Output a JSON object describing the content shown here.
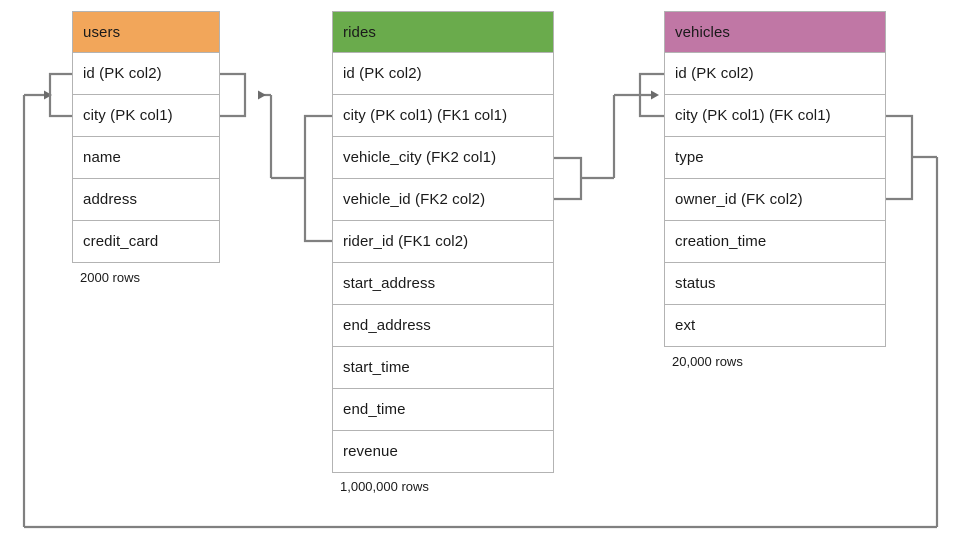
{
  "diagram": {
    "title": "ride-sharing schema entity relationship diagram",
    "background_color": "#ffffff",
    "line_color": "#808080",
    "border_color": "#b3b3b3"
  },
  "tables": [
    {
      "name": "users",
      "header_color": "#f2a65a",
      "row_count_label": "2000 rows",
      "columns": [
        {
          "label": "id (PK col2)"
        },
        {
          "label": "city (PK col1)"
        },
        {
          "label": "name"
        },
        {
          "label": "address"
        },
        {
          "label": "credit_card"
        }
      ]
    },
    {
      "name": "rides",
      "header_color": "#6aab4c",
      "row_count_label": "1,000,000 rows",
      "columns": [
        {
          "label": "id (PK col2)"
        },
        {
          "label": "city (PK col1) (FK1 col1)"
        },
        {
          "label": "vehicle_city (FK2 col1)"
        },
        {
          "label": "vehicle_id (FK2 col2)"
        },
        {
          "label": "rider_id (FK1 col2)"
        },
        {
          "label": "start_address"
        },
        {
          "label": "end_address"
        },
        {
          "label": "start_time"
        },
        {
          "label": "end_time"
        },
        {
          "label": "revenue"
        }
      ]
    },
    {
      "name": "vehicles",
      "header_color": "#c077a5",
      "row_count_label": "20,000 rows",
      "columns": [
        {
          "label": "id (PK col2)"
        },
        {
          "label": "city (PK col1) (FK col1)"
        },
        {
          "label": "type"
        },
        {
          "label": "owner_id (FK col2)"
        },
        {
          "label": "creation_time"
        },
        {
          "label": "status"
        },
        {
          "label": "ext"
        }
      ]
    }
  ],
  "relationships": [
    {
      "name": "rides-fk1-to-users",
      "from_table": "rides",
      "from_columns": [
        "city (PK col1) (FK1 col1)",
        "rider_id (FK1 col2)"
      ],
      "to_table": "users",
      "to_columns": [
        "id (PK col2)",
        "city (PK col1)"
      ]
    },
    {
      "name": "rides-fk2-to-vehicles",
      "from_table": "rides",
      "from_columns": [
        "vehicle_city (FK2 col1)",
        "vehicle_id (FK2 col2)"
      ],
      "to_table": "vehicles",
      "to_columns": [
        "id (PK col2)",
        "city (PK col1) (FK col1)"
      ]
    },
    {
      "name": "vehicles-fk-to-users",
      "from_table": "vehicles",
      "from_columns": [
        "city (PK col1) (FK col1)",
        "owner_id (FK col2)"
      ],
      "to_table": "users",
      "to_columns": [
        "id (PK col2)",
        "city (PK col1)"
      ]
    }
  ]
}
